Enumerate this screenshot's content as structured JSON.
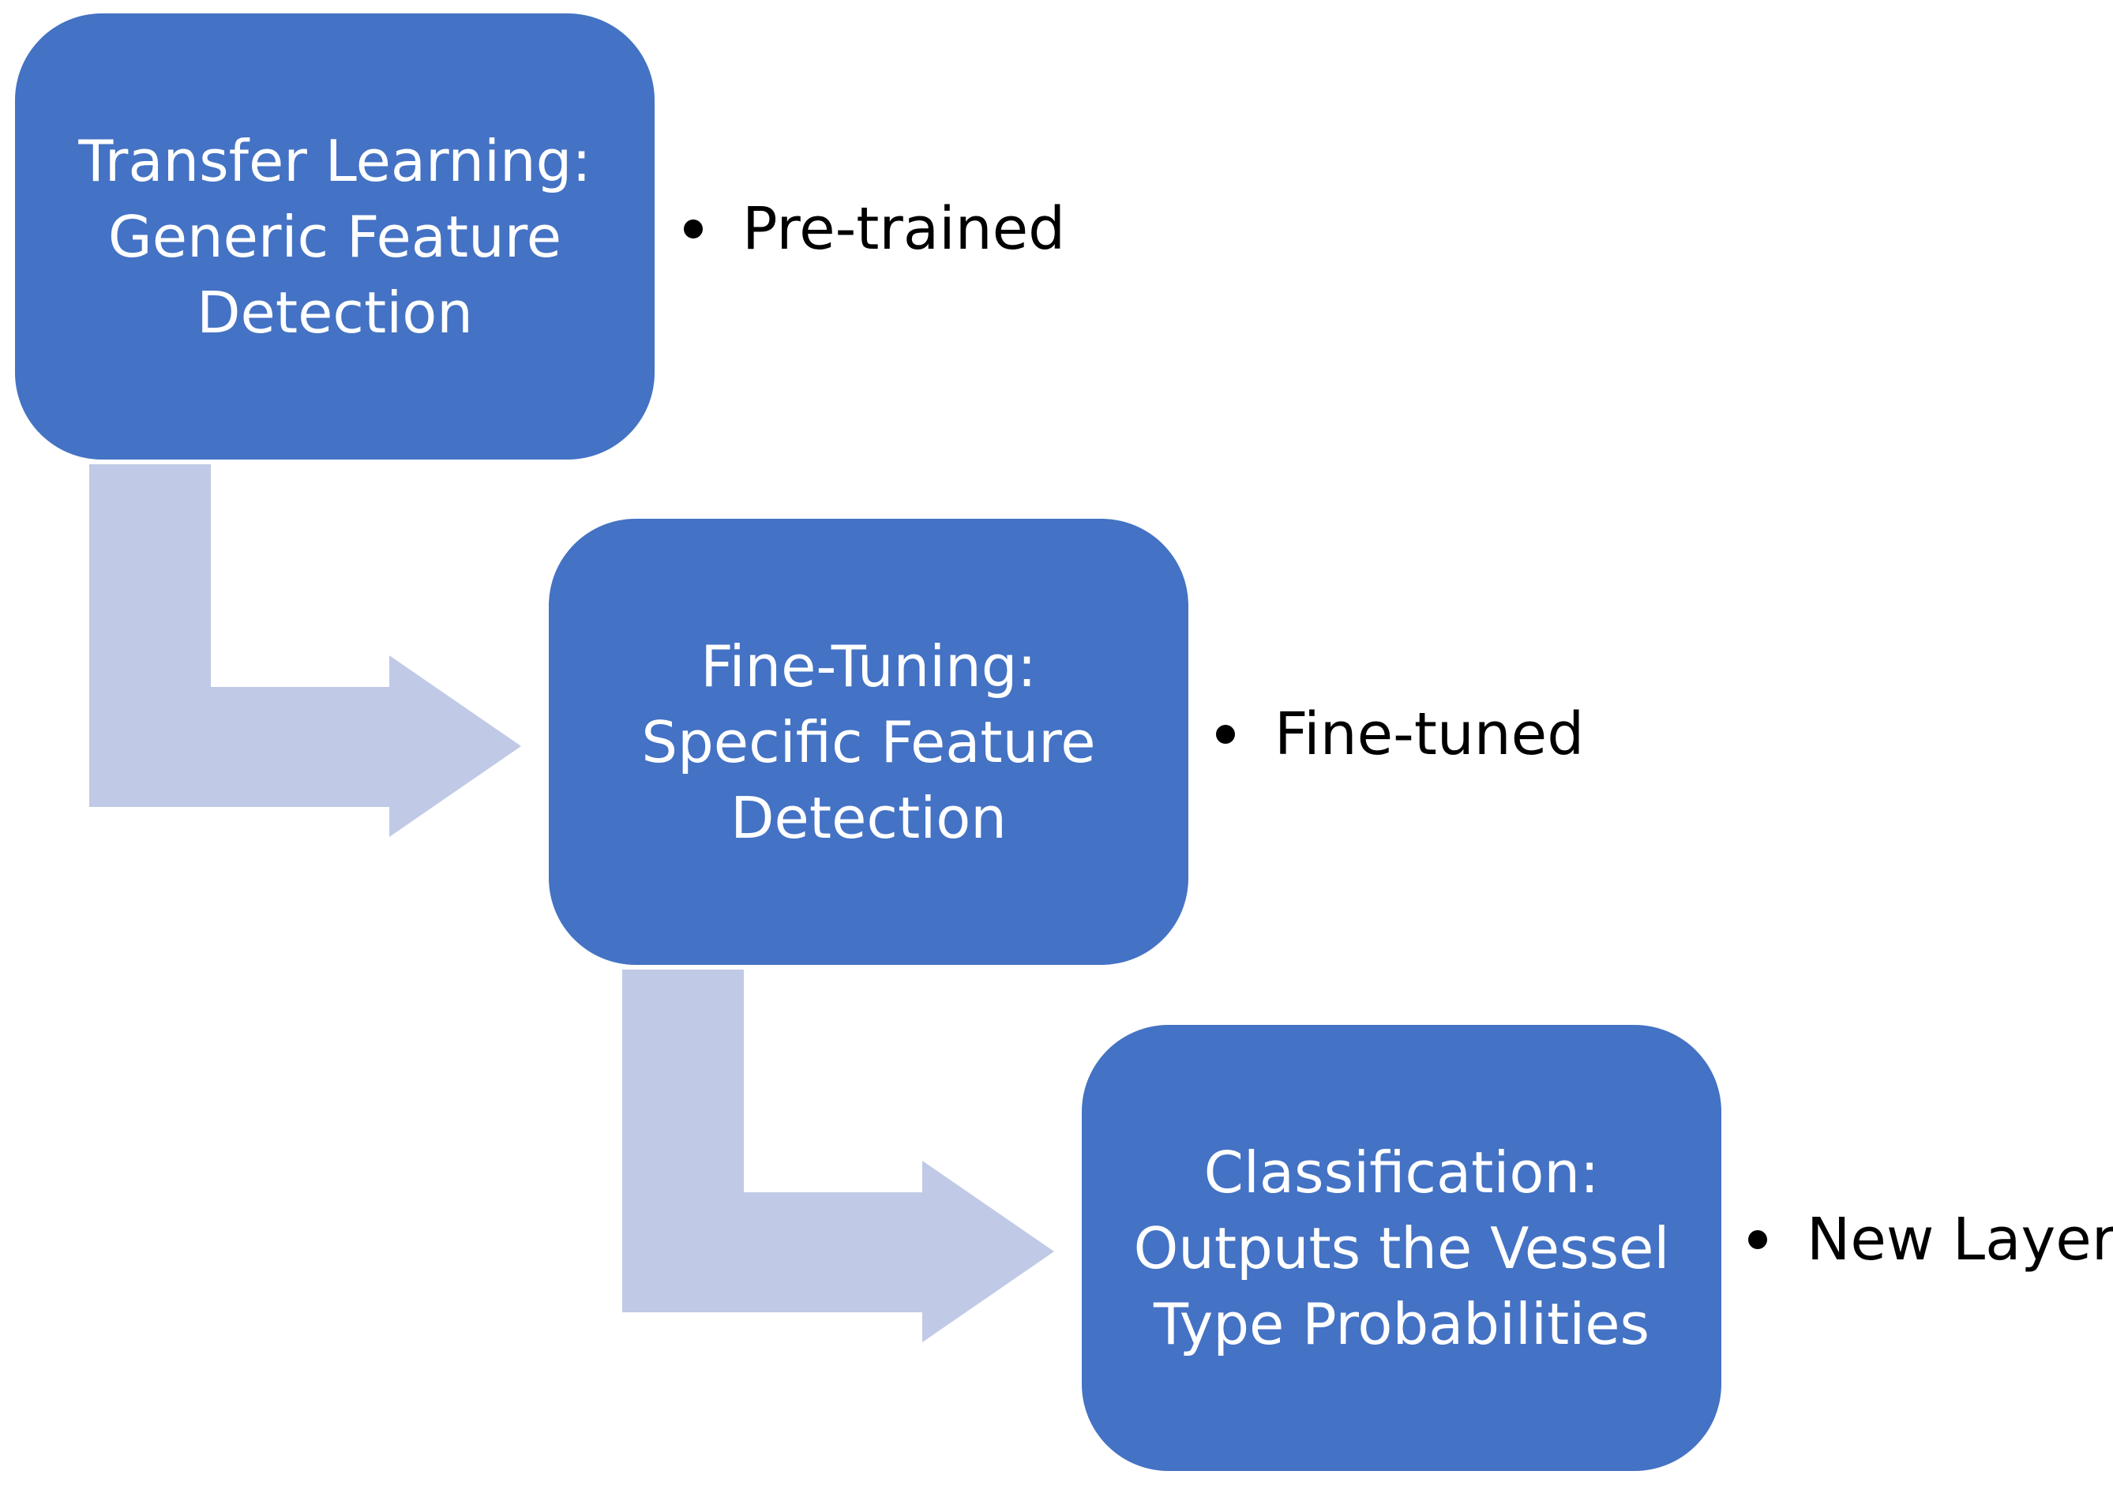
{
  "diagram": {
    "steps": [
      {
        "lines": [
          "Transfer Learning:",
          "Generic Feature",
          "Detection"
        ],
        "note": "Pre-trained"
      },
      {
        "lines": [
          "Fine-Tuning:",
          "Specific Feature",
          "Detection"
        ],
        "note": "Fine-tuned"
      },
      {
        "lines": [
          "Classification:",
          "Outputs the Vessel",
          "Type Probabilities"
        ],
        "note": "New Layer"
      }
    ]
  }
}
